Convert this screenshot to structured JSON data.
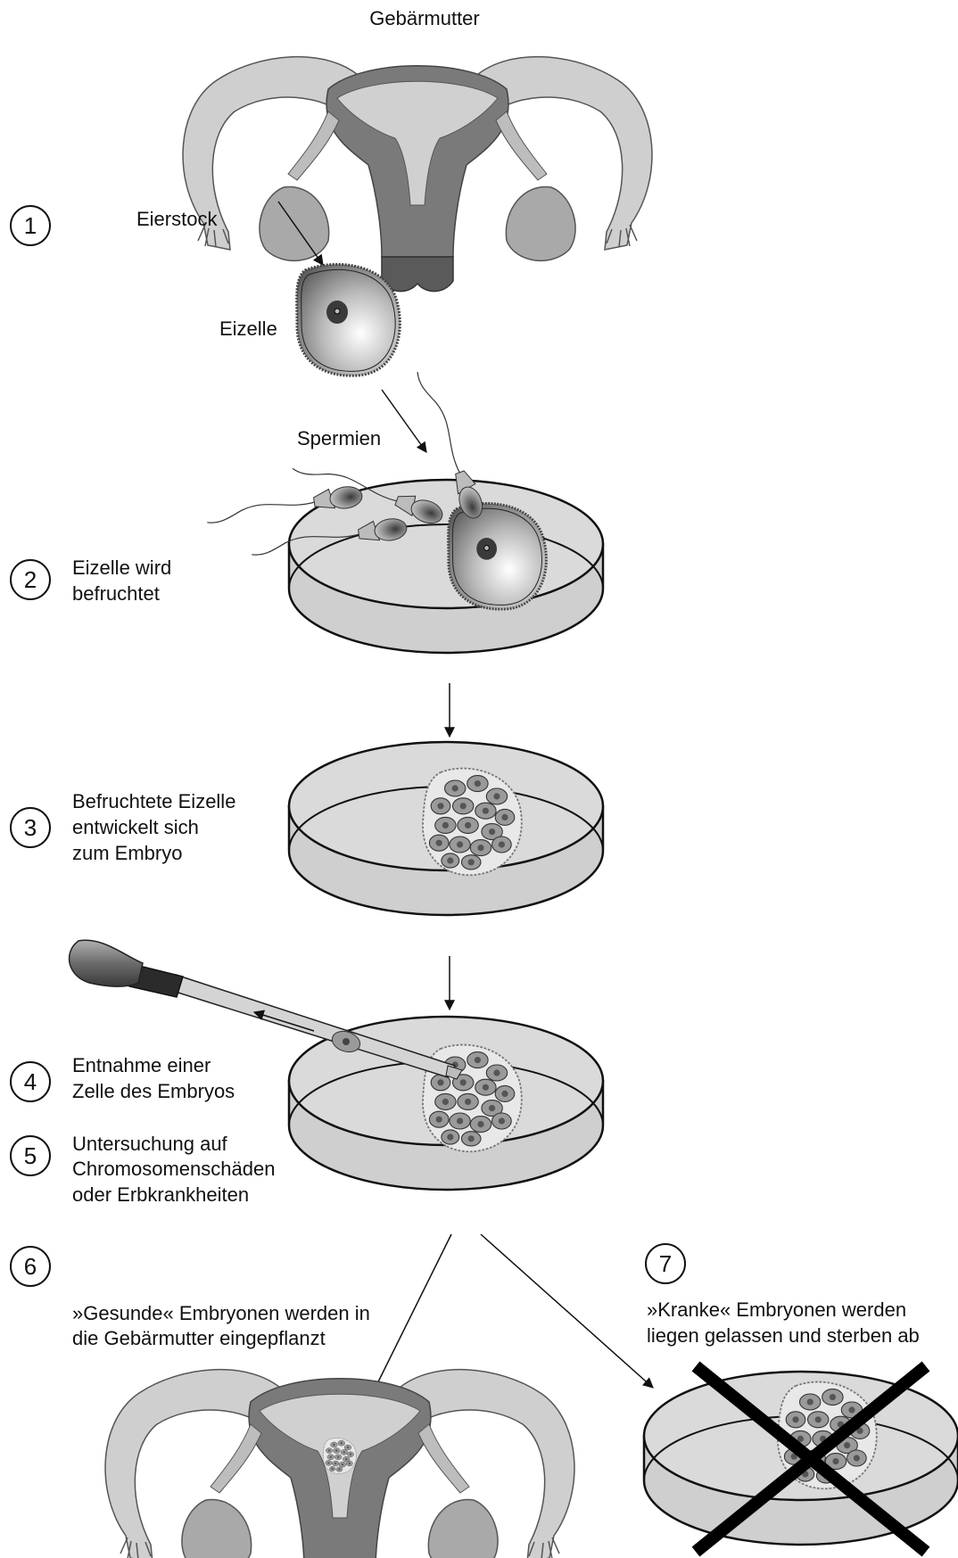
{
  "labels": {
    "uterus": "Gebärmutter",
    "ovary": "Eierstock",
    "egg": "Eizelle",
    "sperm": "Spermien"
  },
  "steps": [
    {
      "num": "1",
      "lines": []
    },
    {
      "num": "2",
      "lines": [
        "Eizelle wird",
        "befruchtet"
      ]
    },
    {
      "num": "3",
      "lines": [
        "Befruchtete Eizelle",
        "entwickelt sich",
        "zum Embryo"
      ]
    },
    {
      "num": "4",
      "lines": [
        "Entnahme einer",
        "Zelle des Embryos"
      ]
    },
    {
      "num": "5",
      "lines": [
        "Untersuchung auf",
        "Chromosomenschäden",
        "oder Erbkrankheiten"
      ]
    },
    {
      "num": "6",
      "lines": [
        "»Gesunde« Embryonen werden in",
        "die Gebärmutter eingepflanzt"
      ]
    },
    {
      "num": "7",
      "lines": [
        "»Kranke« Embryonen werden",
        "liegen gelassen und sterben ab"
      ]
    }
  ],
  "colors": {
    "uterus_light": "#cfcfcf",
    "uterus_dark": "#7a7a7a",
    "dish_fill": "#d6d6d6",
    "outline": "#111111"
  },
  "icons": [
    "uterus",
    "egg-cell",
    "sperm-cell",
    "petri-dish",
    "embryo",
    "pipette",
    "cross-mark"
  ]
}
